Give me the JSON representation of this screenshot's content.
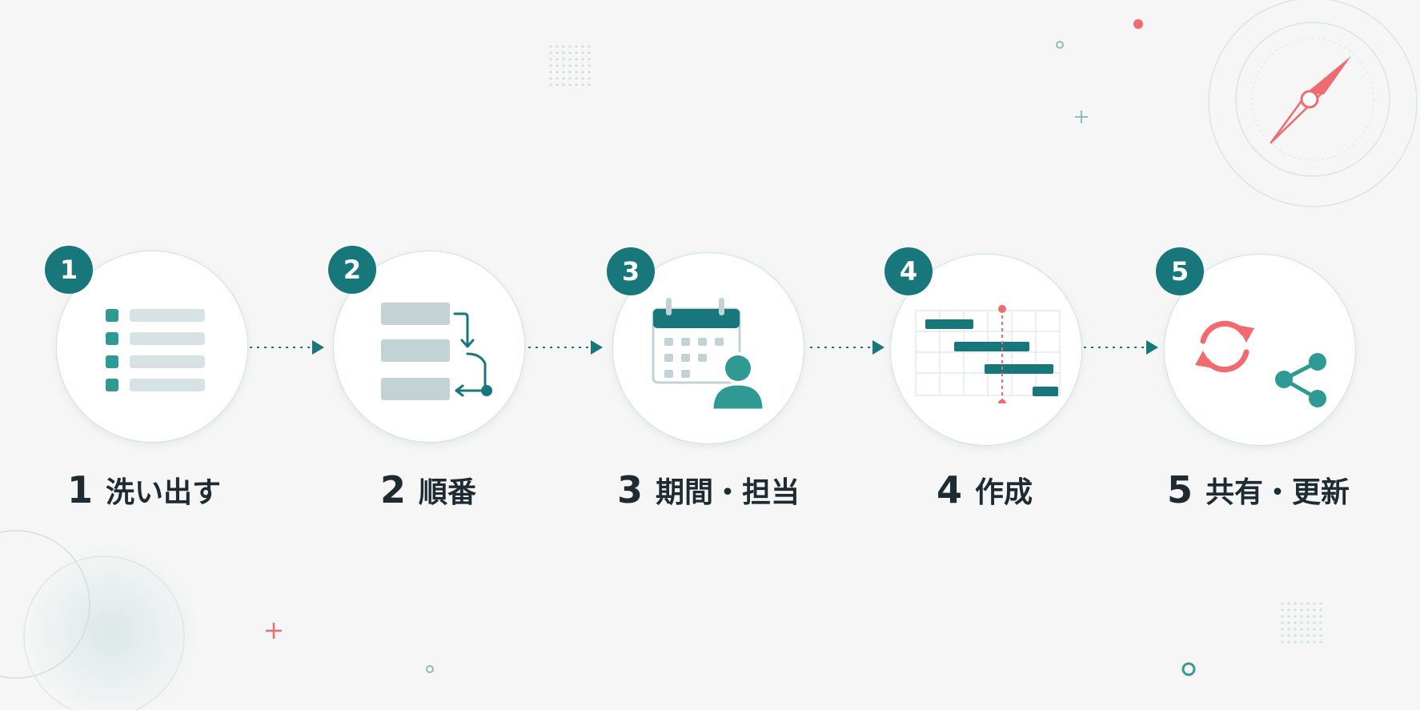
{
  "steps": [
    {
      "badge": "1",
      "number": "1",
      "label": "洗い出す",
      "icon": "checklist-icon"
    },
    {
      "badge": "2",
      "number": "2",
      "label": "順番",
      "icon": "ordering-icon"
    },
    {
      "badge": "3",
      "number": "3",
      "label": "期間・担当",
      "icon": "calendar-assignee-icon"
    },
    {
      "badge": "4",
      "number": "4",
      "label": "作成",
      "icon": "gantt-chart-icon"
    },
    {
      "badge": "5",
      "number": "5",
      "label": "共有・更新",
      "icon": "sync-share-icon"
    }
  ],
  "colors": {
    "teal": "#17777a",
    "teal_light": "#2e9a93",
    "gray_bar": "#c3d3d5",
    "coral": "#f06a6e",
    "background": "#f6f6f6",
    "text": "#1f2b33"
  }
}
